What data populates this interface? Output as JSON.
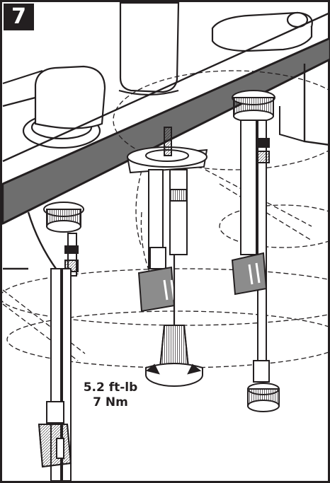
{
  "step": {
    "number": "7"
  },
  "torque": {
    "imperial": "5.2 ft-lb",
    "metric": "7 Nm"
  },
  "colors": {
    "ink": "#231f20",
    "fill": "#ffffff",
    "accent_gray": "#8c8c8c"
  }
}
